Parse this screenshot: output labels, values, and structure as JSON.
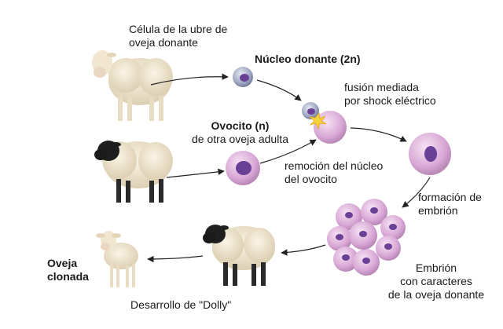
{
  "labels": {
    "udder_cell_line1": "Célula de la ubre de",
    "udder_cell_line2": "oveja donante",
    "donor_nucleus": "Núcleo donante (2n)",
    "fusion_line1": "fusión mediada",
    "fusion_line2": "por shock eléctrico",
    "oocyte_title": "Ovocito (n)",
    "oocyte_sub": "de otra oveja adulta",
    "removal_line1": "remoción del núcleo",
    "removal_line2": "del ovocito",
    "embryo_form_line1": "formación de",
    "embryo_form_line2": "embrión",
    "embryo_line1": "Embrión",
    "embryo_line2": "con caracteres",
    "embryo_line3": "de la oveja donante",
    "cloned_line1": "Oveja",
    "cloned_line2": "clonada",
    "dolly": "Desarrollo de \"Dolly\""
  },
  "colors": {
    "cell_pink": "#d9a8d6",
    "nucleus_purple": "#6a3f96",
    "donor_cell_blue": "#8b95b4",
    "spark_yellow": "#f5d33a",
    "arrow": "#222222"
  }
}
